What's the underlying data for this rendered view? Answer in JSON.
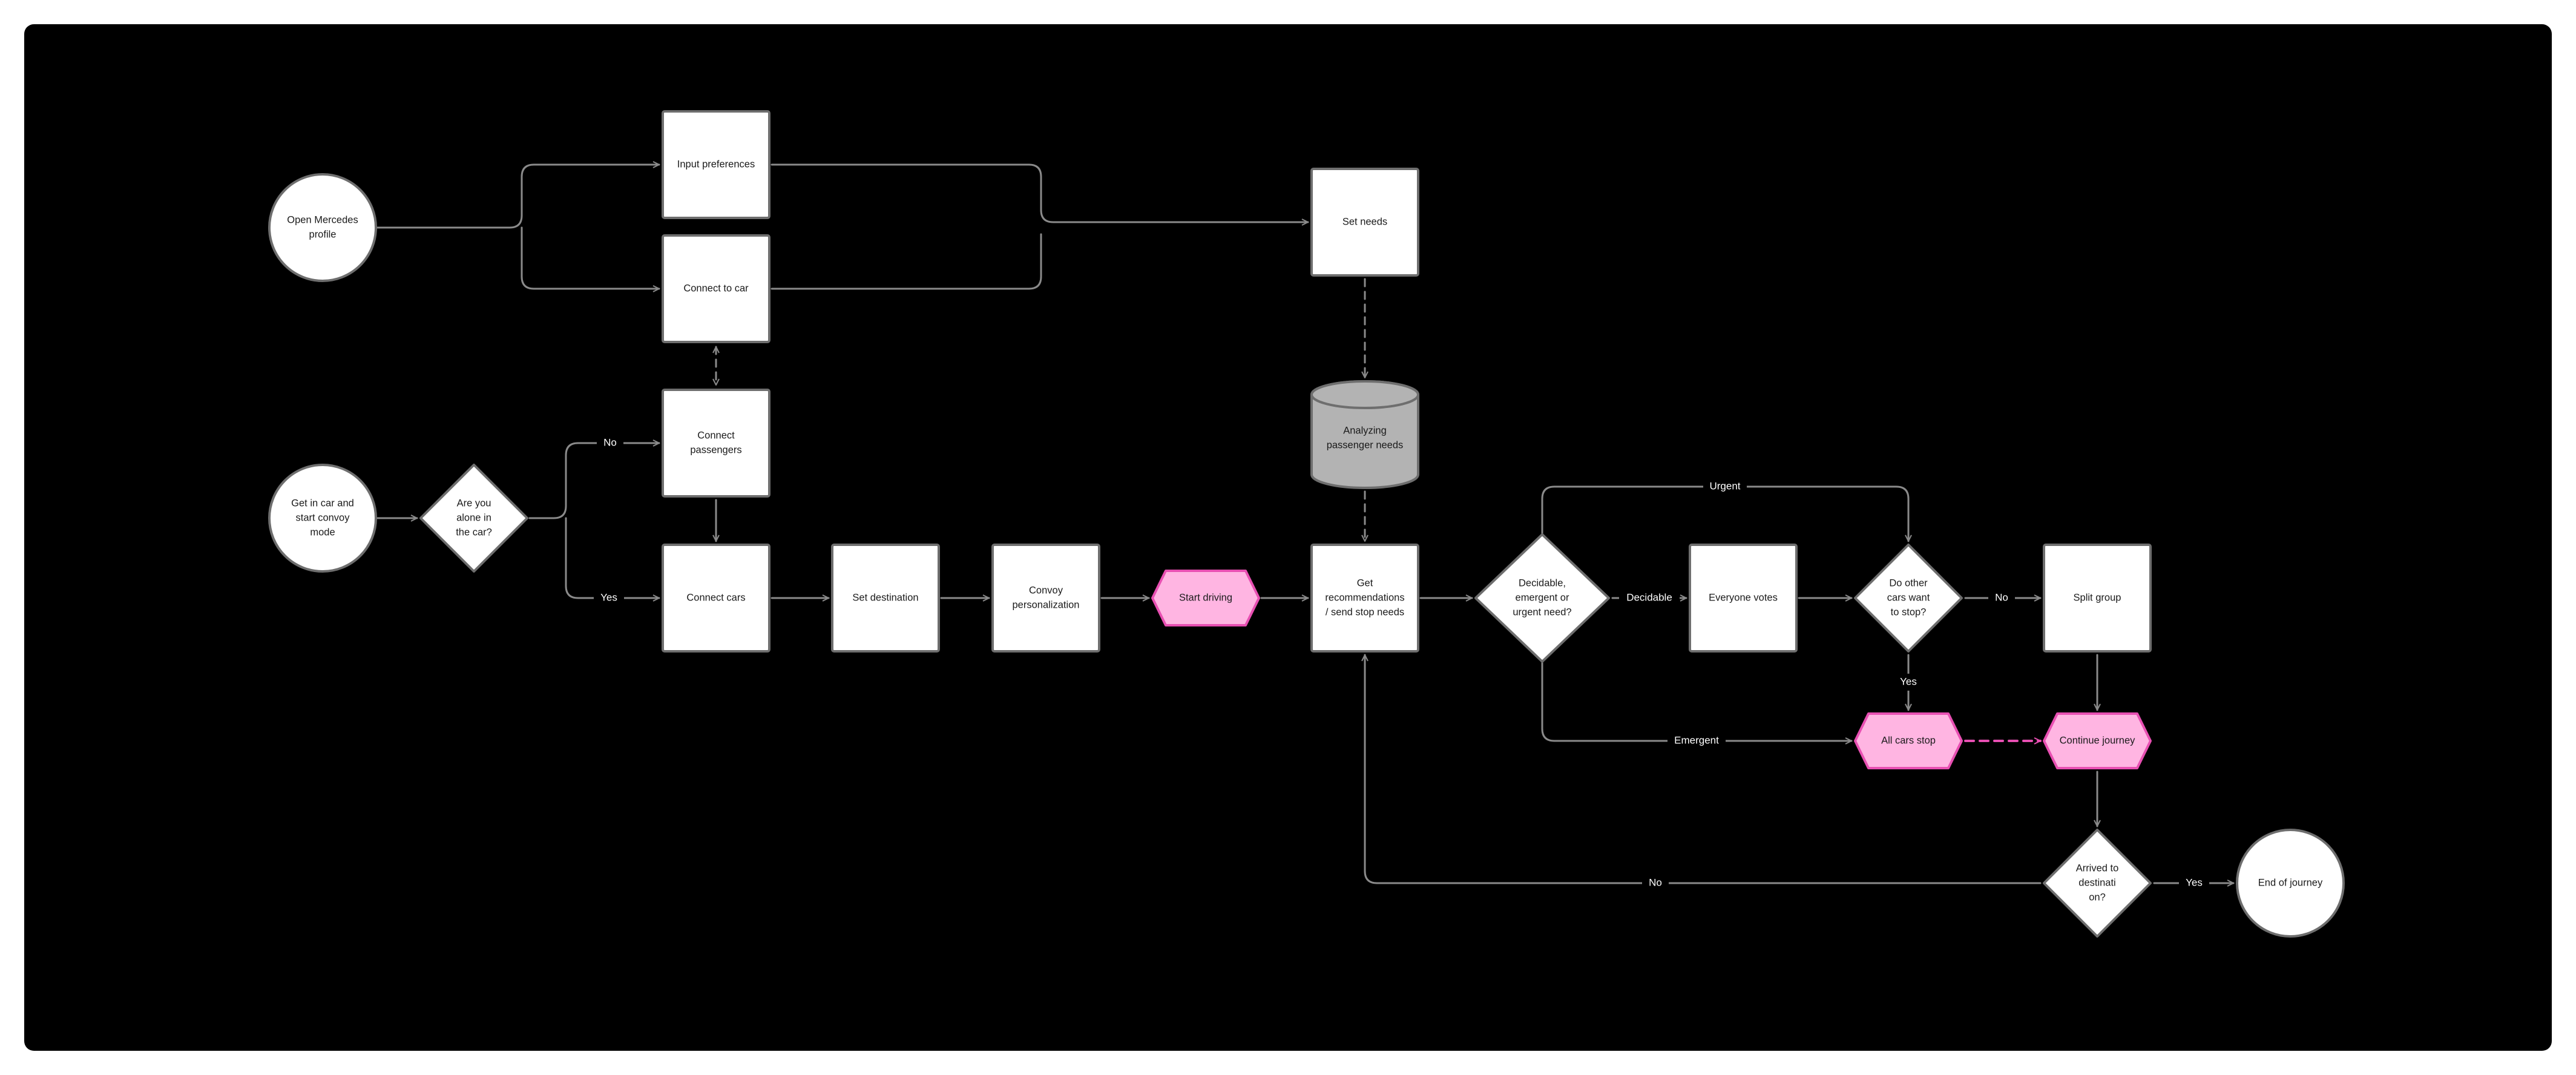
{
  "colors": {
    "canvas_bg": "#ffffff",
    "board_bg": "#000000",
    "node_fill": "#ffffff",
    "node_stroke": "#6e6e6e",
    "edge": "#8a8a8a",
    "accent_fill": "#ffb5e2",
    "accent_stroke": "#e84fb2",
    "database_fill": "#b3b3b3",
    "text_dark": "#1a1a1a",
    "text_light": "#ffffff"
  },
  "nodes": {
    "open_profile": {
      "shape": "circle",
      "lines": [
        "Open Mercedes",
        "profile"
      ]
    },
    "input_preferences": {
      "shape": "rect",
      "lines": [
        "Input preferences"
      ]
    },
    "connect_to_car": {
      "shape": "rect",
      "lines": [
        "Connect to car"
      ]
    },
    "set_needs": {
      "shape": "rect",
      "lines": [
        "Set needs"
      ]
    },
    "analyzing": {
      "shape": "database",
      "lines": [
        "Analyzing",
        "passenger needs"
      ]
    },
    "get_in_car": {
      "shape": "circle",
      "lines": [
        "Get in car and",
        "start convoy",
        "mode"
      ]
    },
    "alone_decision": {
      "shape": "diamond",
      "lines": [
        "Are you",
        "alone in",
        "the car?"
      ]
    },
    "connect_passengers": {
      "shape": "rect",
      "lines": [
        "Connect",
        "passengers"
      ]
    },
    "connect_cars": {
      "shape": "rect",
      "lines": [
        "Connect cars"
      ]
    },
    "set_destination": {
      "shape": "rect",
      "lines": [
        "Set destination"
      ]
    },
    "convoy_personalization": {
      "shape": "rect",
      "lines": [
        "Convoy",
        "personalization"
      ]
    },
    "start_driving": {
      "shape": "hexagon",
      "lines": [
        "Start driving"
      ]
    },
    "get_recommendations": {
      "shape": "rect",
      "lines": [
        "Get",
        "recommendations",
        "/ send stop needs"
      ]
    },
    "need_decision": {
      "shape": "diamond",
      "lines": [
        "Decidable,",
        "emergent or",
        "urgent need?"
      ]
    },
    "everyone_votes": {
      "shape": "rect",
      "lines": [
        "Everyone votes"
      ]
    },
    "stop_decision": {
      "shape": "diamond",
      "lines": [
        "Do other",
        "cars want",
        "to stop?"
      ]
    },
    "split_group": {
      "shape": "rect",
      "lines": [
        "Split group"
      ]
    },
    "all_cars_stop": {
      "shape": "hexagon",
      "lines": [
        "All cars stop"
      ]
    },
    "continue_journey": {
      "shape": "hexagon",
      "lines": [
        "Continue journey"
      ]
    },
    "arrived_decision": {
      "shape": "diamond",
      "lines": [
        "Arrived to",
        "destinati",
        "on?"
      ]
    },
    "end_of_journey": {
      "shape": "circle",
      "lines": [
        "End of journey"
      ]
    }
  },
  "edge_labels": {
    "alone_no": "No",
    "alone_yes": "Yes",
    "urgent": "Urgent",
    "decidable": "Decidable",
    "emergent": "Emergent",
    "stop_no": "No",
    "stop_yes": "Yes",
    "arrived_no": "No",
    "arrived_yes": "Yes"
  }
}
